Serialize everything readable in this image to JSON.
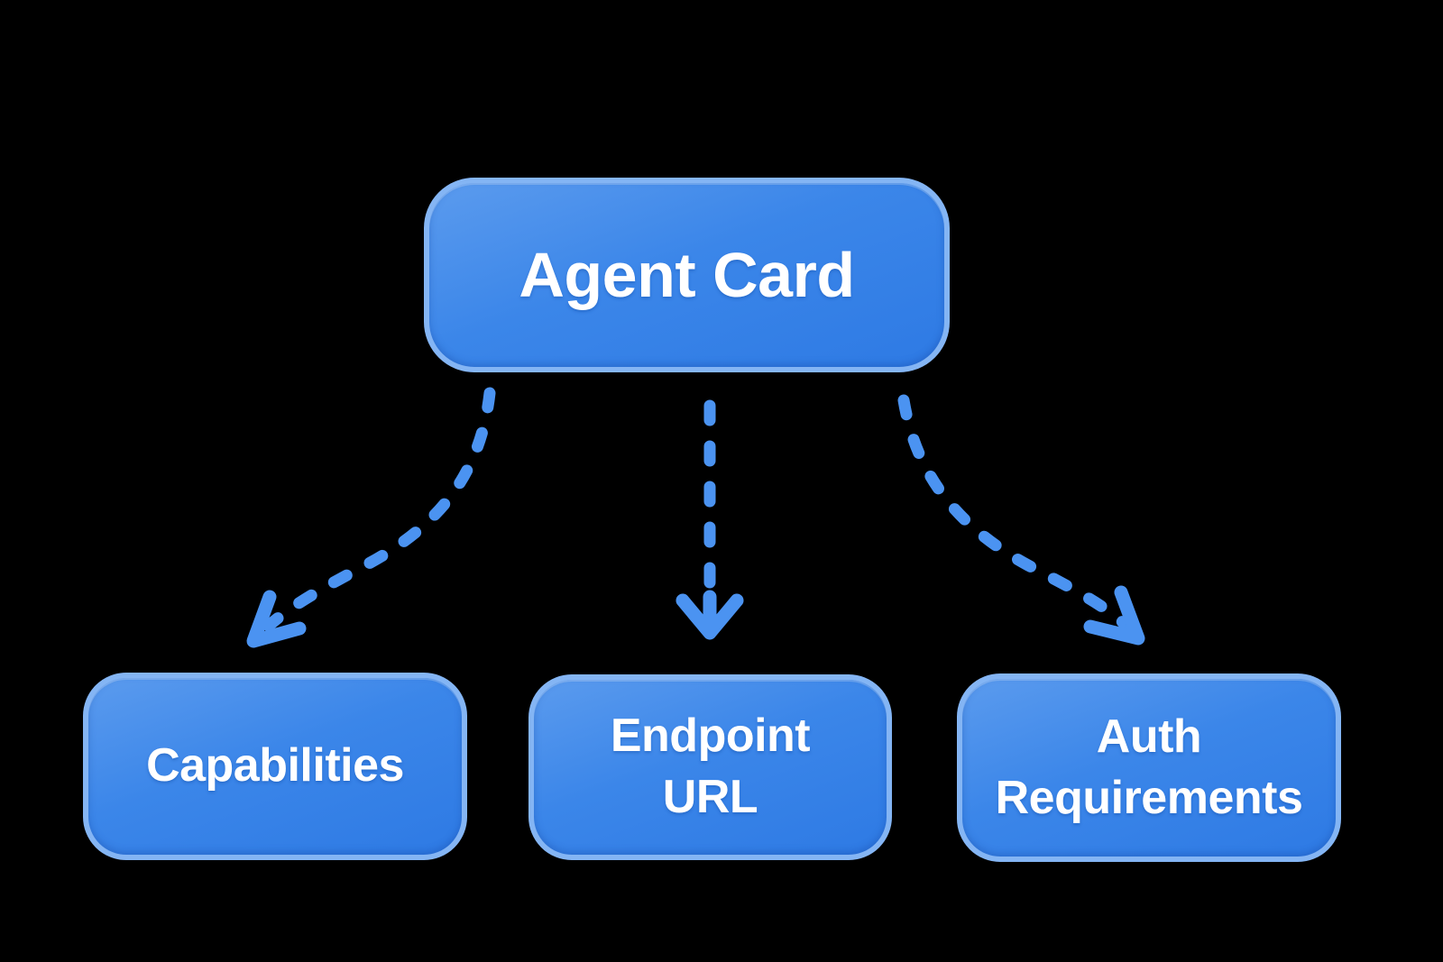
{
  "title": "Agent Card diagram",
  "colors": {
    "background": "#000000",
    "arrow": "#4b93f1",
    "node_border": "#84b5f4",
    "node_fill_light": "#5b9bee",
    "node_fill_dark": "#2e7ae4",
    "text": "#ffffff"
  },
  "nodes": {
    "root": {
      "id": "agent-card",
      "label": "Agent Card"
    },
    "children": [
      {
        "id": "capabilities",
        "label": "Capabilities"
      },
      {
        "id": "endpoint-url",
        "label": "Endpoint\nURL"
      },
      {
        "id": "auth-requirements",
        "label": "Auth\nRequirements"
      }
    ]
  },
  "edges": [
    {
      "from": "agent-card",
      "to": "capabilities",
      "style": "dashed-arrow"
    },
    {
      "from": "agent-card",
      "to": "endpoint-url",
      "style": "dashed-arrow"
    },
    {
      "from": "agent-card",
      "to": "auth-requirements",
      "style": "dashed-arrow"
    }
  ]
}
